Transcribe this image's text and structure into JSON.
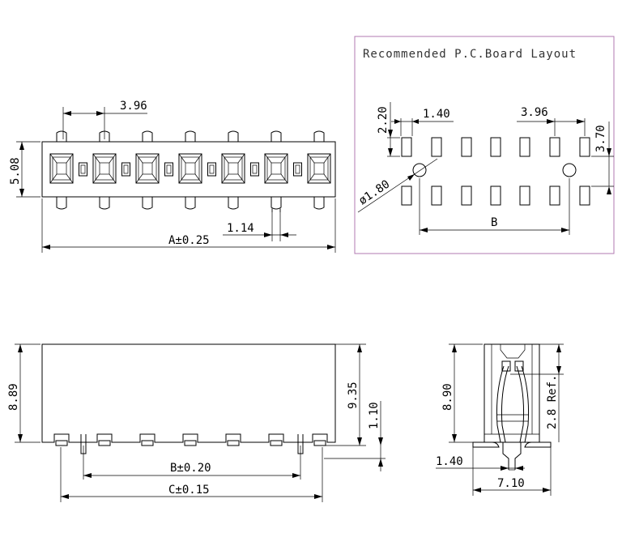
{
  "top_view": {
    "pitch_label": "3.96",
    "height_label": "5.08",
    "pin_width_label": "1.14",
    "length_label": "A±0.25"
  },
  "pcb_layout": {
    "title": "Recommended P.C.Board Layout",
    "offset_label": "2.20",
    "pad_width_label": "1.40",
    "pitch_label": "3.96",
    "row_spacing_label": "3.70",
    "hole_label": "ø1.80",
    "span_label": "B",
    "border_color": "#b07ab0"
  },
  "front_view": {
    "height_label": "8.89",
    "total_height_label": "9.35",
    "standoff_label": "1.10",
    "pin_span_label": "B±0.20",
    "total_span_label": "C±0.15"
  },
  "side_view": {
    "height_label": "8.90",
    "ref_label": "2.8 Ref.",
    "pin_label": "1.40",
    "width_label": "7.10"
  }
}
